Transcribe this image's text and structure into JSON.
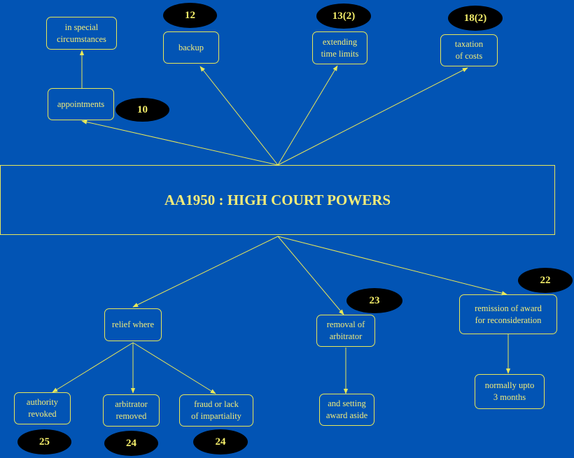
{
  "title": "AA1950 : HIGH COURT POWERS",
  "colors": {
    "background": "#0254b4",
    "line": "#e8e85a",
    "text": "#f2ec7a",
    "badge": "#000000"
  },
  "nodes": {
    "in_special": "in special\ncircumstances",
    "appointments": "appointments",
    "backup": "backup",
    "extending": "extending\ntime limits",
    "taxation": "taxation\nof costs",
    "relief_where": "relief where",
    "removal": "removal of\narbitrator",
    "remission": "remission of award\nfor reconsideration",
    "authority": "authority\nrevoked",
    "arbitrator_removed": "arbitrator\nremoved",
    "fraud": "fraud or lack\nof impartiality",
    "setting_aside": "and setting\naward aside",
    "normally": "normally upto\n3 months"
  },
  "badges": {
    "b10": "10",
    "b12": "12",
    "b13": "13(2)",
    "b18": "18(2)",
    "b22": "22",
    "b23": "23",
    "b25": "25",
    "b24a": "24",
    "b24b": "24"
  }
}
